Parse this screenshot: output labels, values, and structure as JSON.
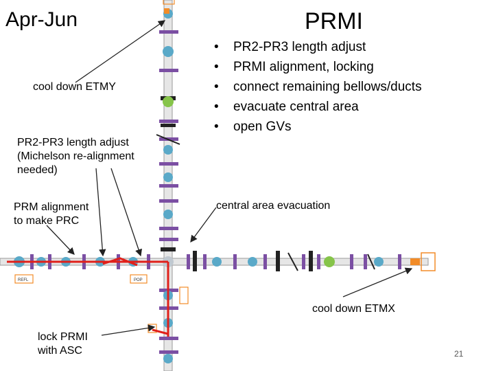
{
  "title_left": "Apr-Jun",
  "title_right": "PRMI",
  "bullets": [
    "PR2-PR3 length adjust",
    "PRMI alignment, locking",
    "connect remaining bellows/ducts",
    "evacuate central area",
    "open GVs"
  ],
  "notes": {
    "etmy": "cool down ETMY",
    "pr2_line1": "PR2-PR3 length adjust",
    "pr2_line2": "(Michelson re-alignment",
    "pr2_line3": "needed)",
    "prm_line1": "PRM alignment",
    "prm_line2": "to make PRC",
    "central": "central area evacuation",
    "etmx": "cool down ETMX",
    "asc_line1": "lock PRMI",
    "asc_line2": "with ASC"
  },
  "chamber_labels": {
    "refl": "REFL",
    "pop": "POP"
  },
  "page_number": "21",
  "colors": {
    "beam_red": "#e0201a",
    "arm_gray": "#9a9a9a",
    "bellows_purple": "#7b4fa3",
    "chamber_blue": "#5aa9c8",
    "chamber_green": "#86c44a",
    "orange": "#f28c28",
    "tank_gray": "#c0c8d0"
  }
}
